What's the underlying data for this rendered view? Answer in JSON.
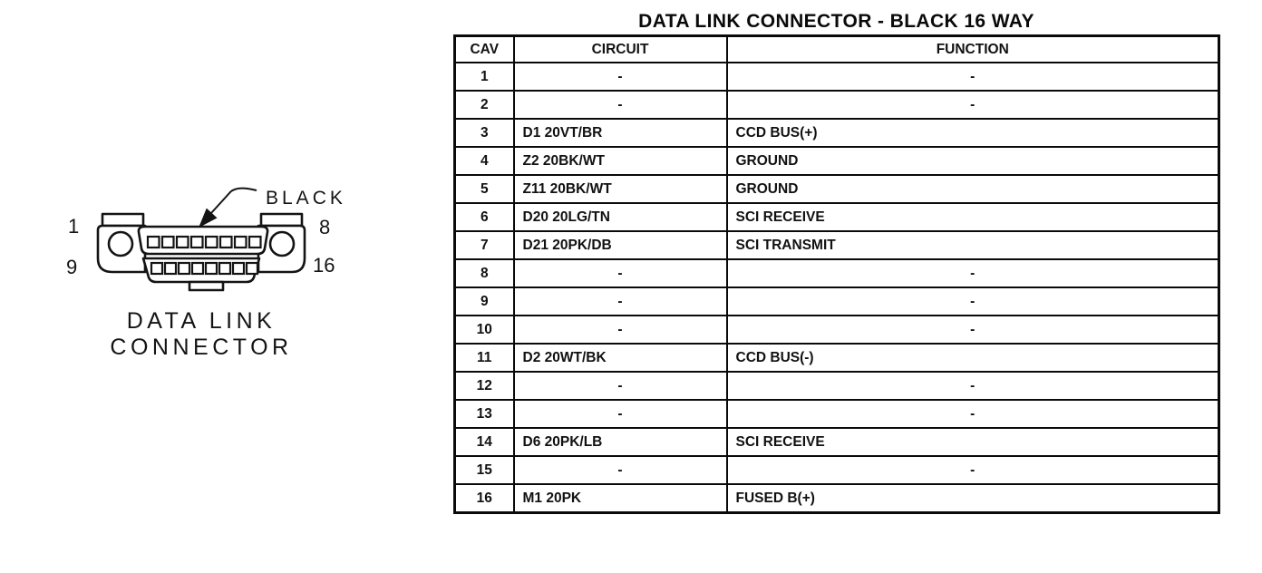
{
  "figure": {
    "color_label": "BLACK",
    "pin_labels": {
      "top_left": "1",
      "bottom_left": "9",
      "top_right": "8",
      "bottom_right": "16"
    },
    "caption_line1": "DATA LINK",
    "caption_line2": "CONNECTOR"
  },
  "table": {
    "title": "DATA LINK CONNECTOR - BLACK 16 WAY",
    "columns": [
      "CAV",
      "CIRCUIT",
      "FUNCTION"
    ],
    "rows": [
      {
        "cav": "1",
        "circuit": "-",
        "function": "-"
      },
      {
        "cav": "2",
        "circuit": "-",
        "function": "-"
      },
      {
        "cav": "3",
        "circuit": "D1 20VT/BR",
        "function": "CCD BUS(+)"
      },
      {
        "cav": "4",
        "circuit": "Z2 20BK/WT",
        "function": "GROUND"
      },
      {
        "cav": "5",
        "circuit": "Z11 20BK/WT",
        "function": "GROUND"
      },
      {
        "cav": "6",
        "circuit": "D20 20LG/TN",
        "function": "SCI RECEIVE"
      },
      {
        "cav": "7",
        "circuit": "D21 20PK/DB",
        "function": "SCI TRANSMIT"
      },
      {
        "cav": "8",
        "circuit": "-",
        "function": "-"
      },
      {
        "cav": "9",
        "circuit": "-",
        "function": "-"
      },
      {
        "cav": "10",
        "circuit": "-",
        "function": "-"
      },
      {
        "cav": "11",
        "circuit": "D2 20WT/BK",
        "function": "CCD BUS(-)"
      },
      {
        "cav": "12",
        "circuit": "-",
        "function": "-"
      },
      {
        "cav": "13",
        "circuit": "-",
        "function": "-"
      },
      {
        "cav": "14",
        "circuit": "D6 20PK/LB",
        "function": "SCI RECEIVE"
      },
      {
        "cav": "15",
        "circuit": "-",
        "function": "-"
      },
      {
        "cav": "16",
        "circuit": "M1 20PK",
        "function": "FUSED B(+)"
      }
    ]
  },
  "colors": {
    "ink": "#0d0d0d",
    "paper": "#ffffff"
  }
}
